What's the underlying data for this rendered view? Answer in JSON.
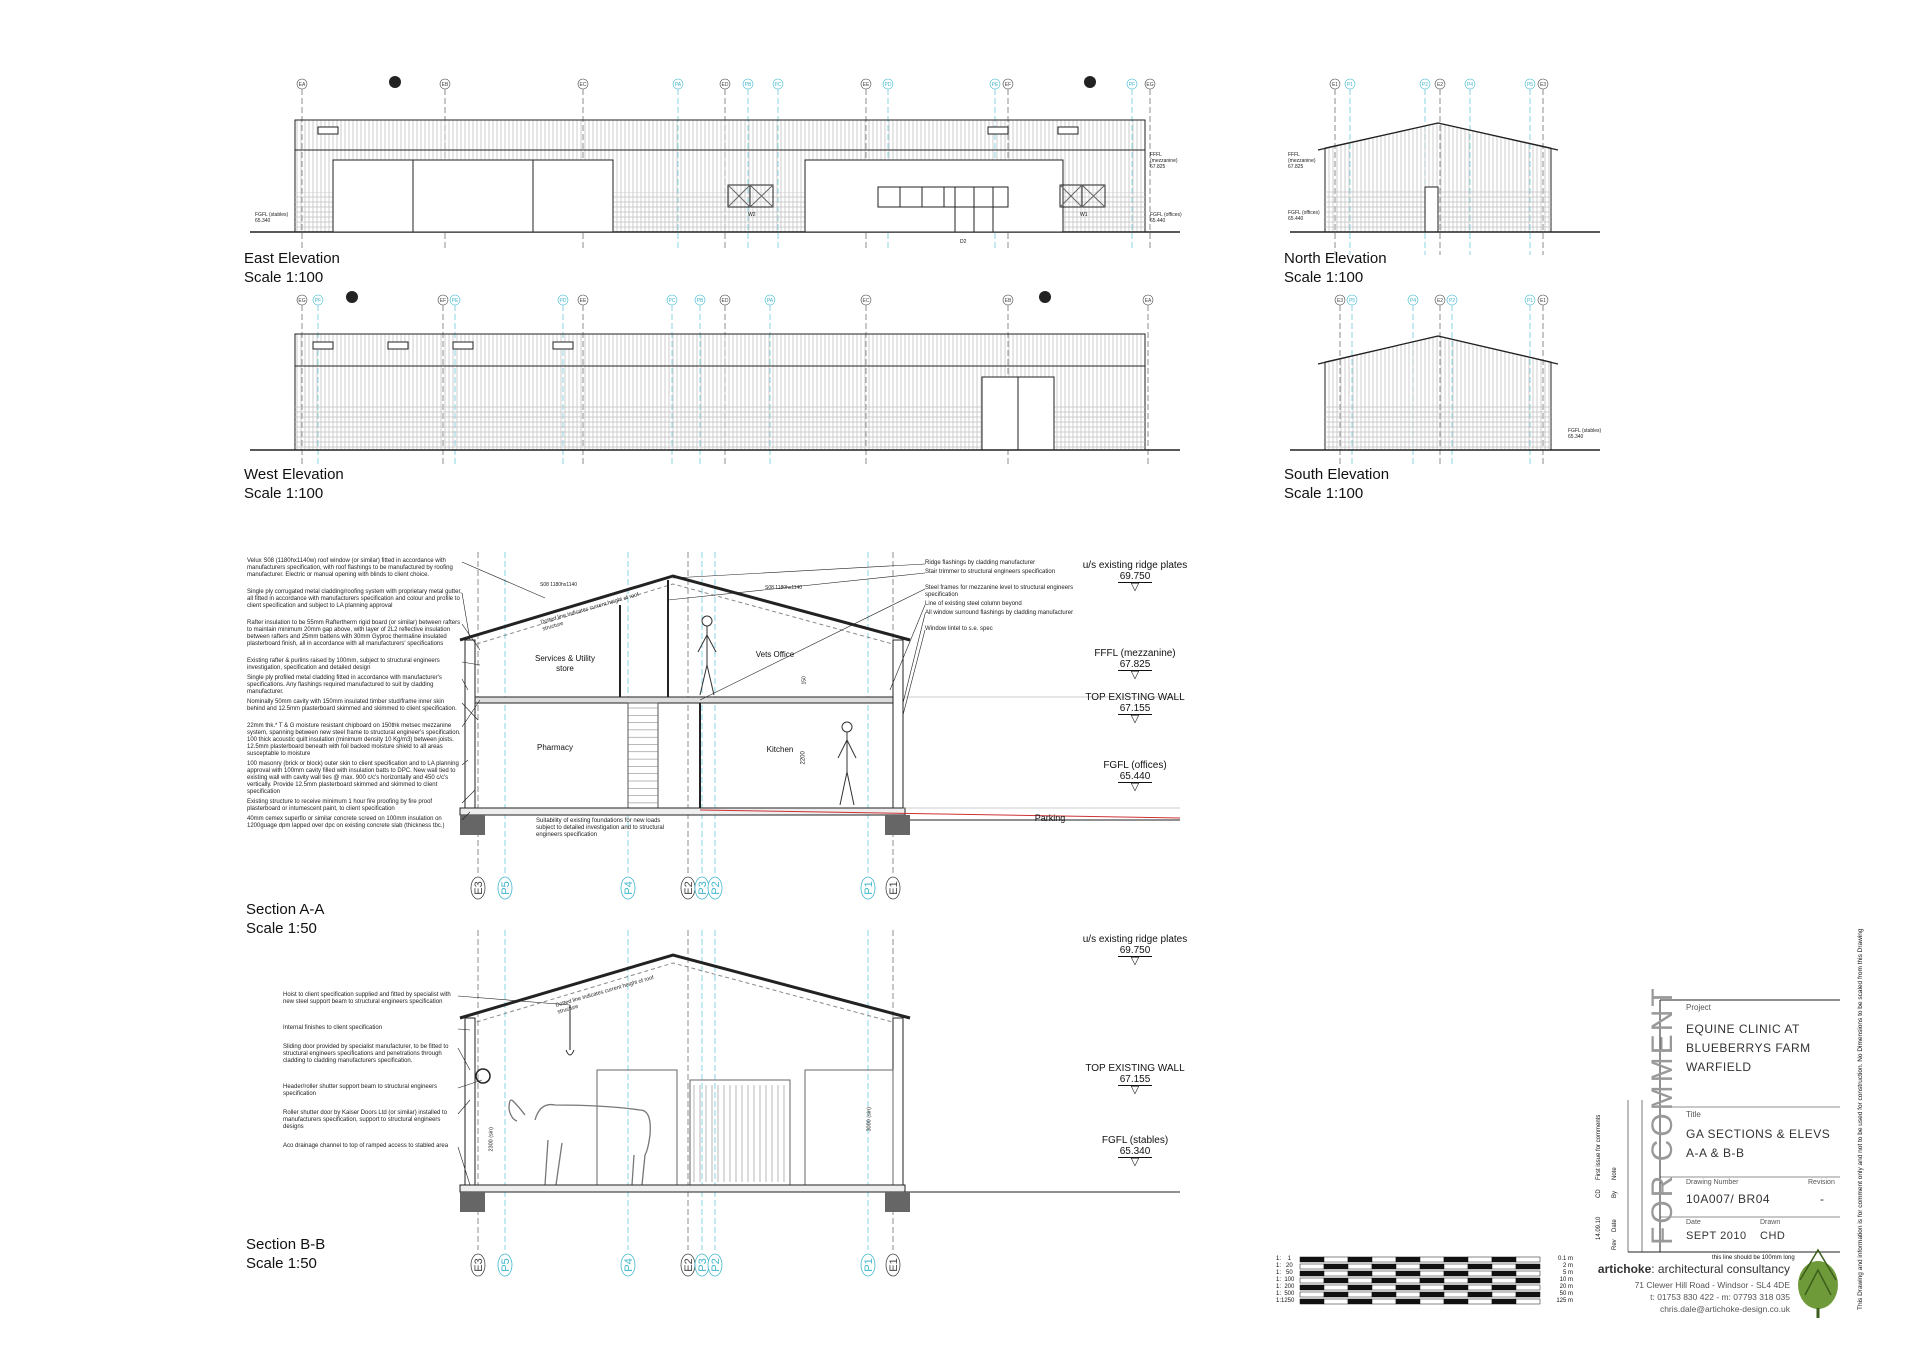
{
  "views": {
    "east": {
      "title": "East Elevation",
      "scale": "Scale 1:100"
    },
    "north": {
      "title": "North Elevation",
      "scale": "Scale 1:100"
    },
    "west": {
      "title": "West Elevation",
      "scale": "Scale 1:100"
    },
    "south": {
      "title": "South Elevation",
      "scale": "Scale 1:100"
    },
    "section_aa": {
      "title": "Section A-A",
      "scale": "Scale 1:50"
    },
    "section_bb": {
      "title": "Section B-B",
      "scale": "Scale 1:50"
    }
  },
  "grid_labels": {
    "east": [
      "EA",
      "EB",
      "EC",
      "PA",
      "ED",
      "PB",
      "PC",
      "EE",
      "PD",
      "PE",
      "EF",
      "PF",
      "EG"
    ],
    "north": [
      "E1",
      "P1",
      "P2",
      "E2",
      "P4",
      "P5",
      "E3"
    ],
    "west": [
      "EG",
      "PF",
      "EF",
      "PE",
      "PD",
      "EE",
      "PC",
      "PB",
      "ED",
      "PA",
      "EC",
      "EB",
      "EA"
    ],
    "south": [
      "E3",
      "P5",
      "P4",
      "E2",
      "P2",
      "P1",
      "E1"
    ],
    "sections": [
      "E3",
      "P5",
      "P4",
      "E2",
      "P3",
      "P2",
      "P1",
      "E1"
    ]
  },
  "level_markers": {
    "east_left": "FGFL (stables) 65.340",
    "east_right_top": "FFFL (mezzanine) 67.825",
    "east_right_bottom": "FGFL (offices) 65.440",
    "north_top": "FFFL (mezzanine) 67.825",
    "north_bottom": "FGFL (offices) 65.440",
    "south_bottom": "FGFL (stables) 65.340"
  },
  "elevation_tags": {
    "w2": "W2",
    "w1": "W1",
    "d2": "D2"
  },
  "section_aa": {
    "levels": [
      {
        "label": "u/s existing ridge plates",
        "value": "69.750"
      },
      {
        "label": "FFFL (mezzanine)",
        "value": "67.825"
      },
      {
        "label": "TOP EXISTING WALL",
        "value": "67.155"
      },
      {
        "label": "FGFL (offices)",
        "value": "65.440"
      }
    ],
    "rooms": {
      "services": "Services & Utility store",
      "vets": "Vets Office",
      "pharmacy": "Pharmacy",
      "kitchen": "Kitchen",
      "parking": "Parking"
    },
    "window_tag": "S08 1180hx1140",
    "roof_note": "Dotted line indicates current height of roof structure",
    "dim_150": "150",
    "dim_2200": "2200",
    "foundation_note": "Suitability of existing foundations for new loads subject to detailed investigation and to structural engineers specification",
    "notes_left": [
      "Velux S08 (1180hx1140w) roof window (or similar) fitted in accordance with manufacturers specification, with roof flashings to be manufactured by roofing manufacturer. Electric or manual opening with blinds to client choice.",
      "Single ply corrugated metal cladding/roofing system with proprietary metal gutter, all fitted in accordance with manufacturers specification and colour and profile to client specification and subject to LA planning approval",
      "Rafter insulation to be 55mm Raftertherm rigid board (or similar) between rafters to maintain minimum 20mm gap above, with layer of 2L2 reflective insulation between rafters and 25mm battens with 30mm Gyproc thermaline insulated plasterboard finish, all in accordance with all manufacturers' specifications",
      "Existing rafter & purlins raised by 100mm, subject to structural engineers investigation, specification and detailed design",
      "Single ply profiled metal cladding fitted in accordance with manufacturer's specifications. Any flashings required manufactured to suit by cladding manufacturer.",
      "Nominally 50mm cavity with 150mm insulated timber stud/frame inner skin behind and 12.5mm plasterboard skimmed and skimmed to client specification.",
      "22mm thk.* T & G moisture resistant chipboard on 150thk metsec mezzanine system, spanning between new steel frame to structural engineer's specification. 100 thick acoustic quilt insulation (minimum density 10 Kg/m3) between joists. 12.5mm plasterboard beneath with foil backed moisture shield to all areas susceptable to moisture",
      "100 masonry (brick or block) outer skin to client specification and to LA planning approval with 100mm cavity filled with insulation batts to DPC. New wall tied to existing wall with cavity wall ties @ max. 900 c/c's horizontally and 450 c/c's vertically. Provide 12.5mm plasterboard skimmed and skimmed to client specification",
      "Existing structure to receive minimum 1 hour fire proofing by fire proof plasterboard or intumescent paint, to client specification",
      "40mm cemex superflo or similar concrete screed on 100mm insulation on 1200guage dpm lapped over dpc on existing concrete slab (thickness tbc.)"
    ],
    "notes_right": [
      "Ridge flashings by cladding manufacturer",
      "Stair trimmer to structural engineers specification",
      "Steel frames for mezzanine level to structural engineers specification",
      "Line of existing steel column beyond",
      "All window surround flashings by cladding manufacturer",
      "Window lintel to s.e. spec"
    ]
  },
  "section_bb": {
    "levels": [
      {
        "label": "u/s existing ridge plates",
        "value": "69.750"
      },
      {
        "label": "TOP EXISTING WALL",
        "value": "67.155"
      },
      {
        "label": "FGFL (stables)",
        "value": "65.340"
      }
    ],
    "roof_note": "Dotted line indicates current height of roof structure",
    "dim_2300": "2300 (sin)",
    "dim_3000": "3000 (sin)",
    "notes_left": [
      "Hoist to client specification supplied and fitted by specialist with new steel support beam to structural engineers specification",
      "Internal finishes to client specification",
      "Sliding door provided by specialist manufacturer, to be fitted to structural engineers specifications and penetrations through cladding to cladding manufacturers specification.",
      "Header/roller shutter support beam to structural engineers specification",
      "Roller shutter door by Kaiser Doors Ltd (or similar) installed to manufacturers specification, support to structural engineers designs",
      "Aco drainage channel to top of ramped access to stabled area"
    ]
  },
  "title_block": {
    "stamp": "FOR COMMENT",
    "project_label": "Project",
    "project_lines": [
      "EQUINE CLINIC AT",
      "BLUEBERRYS FARM",
      "WARFIELD"
    ],
    "title_label": "Title",
    "title_lines": [
      "GA SECTIONS & ELEVS",
      "A-A & B-B"
    ],
    "drawing_number_label": "Drawing Number",
    "drawing_number": "10A007/ BR04",
    "revision_label": "Revision",
    "revision": "-",
    "date_label": "Date",
    "date": "SEPT 2010",
    "drawn_label": "Drawn",
    "drawn": "CHD",
    "rev_row": {
      "date": "14.09.10",
      "rev": "CD",
      "note": "First issue for comments"
    },
    "rev_headers": {
      "rev": "Rev",
      "date": "Date",
      "by": "By",
      "note": "Note"
    },
    "scale_note": "this line should be 100mm long",
    "side_note": "This Drawing and information is for comment only and not to be used for construction. No Dimensions to be scaled from this Drawing"
  },
  "scale_bars": [
    {
      "ratio": "1:    1",
      "len": "0.1 m"
    },
    {
      "ratio": "1:   20",
      "len": "2 m"
    },
    {
      "ratio": "1:   50",
      "len": "5 m"
    },
    {
      "ratio": "1:  100",
      "len": "10 m"
    },
    {
      "ratio": "1:  200",
      "len": "20 m"
    },
    {
      "ratio": "1:  500",
      "len": "50 m"
    },
    {
      "ratio": "1:1250",
      "len": "125 m"
    }
  ],
  "company": {
    "name_bold": "artichoke",
    "name_rest": ": architectural consultancy",
    "address": "71 Clewer Hill Road - Windsor - SL4 4DE",
    "phone": "t: 01753 830 422  -  m: 07793 318 035",
    "email": "chris.dale@artichoke-design.co.uk"
  },
  "colors": {
    "line": "#222222",
    "grid": "#3fb6cc",
    "detail": "#9a9a9a",
    "red": "#cc3333",
    "logo": "#6e9a3a"
  }
}
